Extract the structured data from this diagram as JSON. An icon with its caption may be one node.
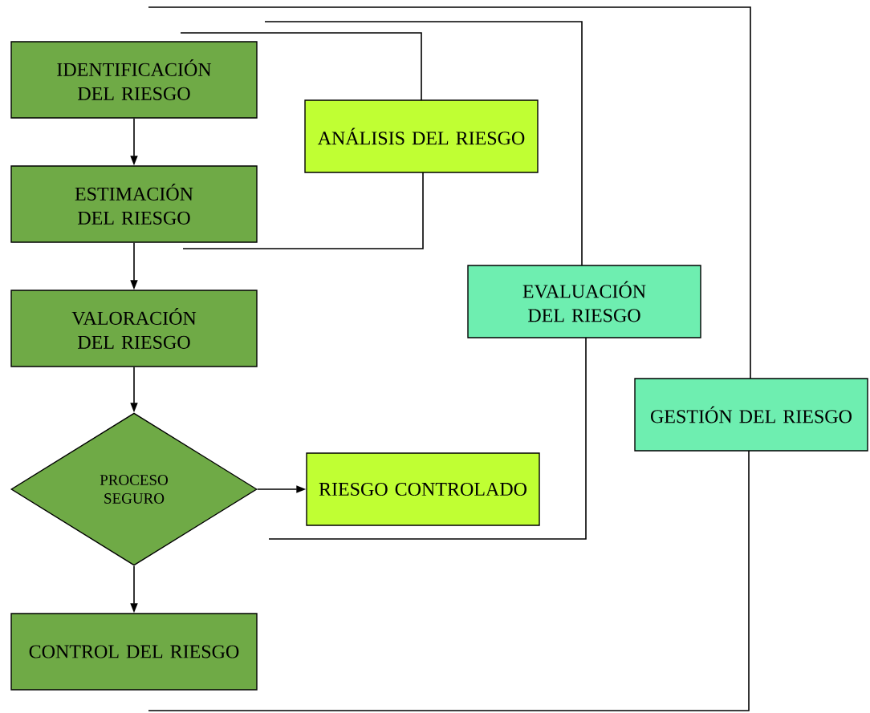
{
  "diagram": {
    "nodes": [
      {
        "text": [
          "IDENTIFICACIÓN DEL RIESGO"
        ]
      },
      {
        "text": [
          "ESTIMACIÓN DEL RIESGO"
        ]
      },
      {
        "text": [
          "VALORACIÓN DEL RIESGO"
        ]
      },
      {
        "text": [
          "PROCESO SEGURO"
        ]
      },
      {
        "text": [
          "CONTROL DEL RIESGO"
        ]
      },
      {
        "text": [
          "ANÁLISIS DEL RIESGO"
        ]
      },
      {
        "text": [
          "RIESGO CONTROLADO"
        ]
      },
      {
        "text": [
          "EVALUACIÓN DEL RIESGO"
        ]
      },
      {
        "text": [
          "GESTIÓN DEL RIESGO"
        ]
      }
    ],
    "edges": [
      {
        "from": 0,
        "to": 1,
        "arrow": "to"
      },
      {
        "from": 1,
        "to": 2,
        "arrow": "to"
      },
      {
        "from": 2,
        "to": 3,
        "arrow": "to"
      },
      {
        "from": 3,
        "to": 6,
        "arrow": "to"
      },
      {
        "from": 3,
        "to": 4,
        "arrow": "to"
      }
    ]
  }
}
